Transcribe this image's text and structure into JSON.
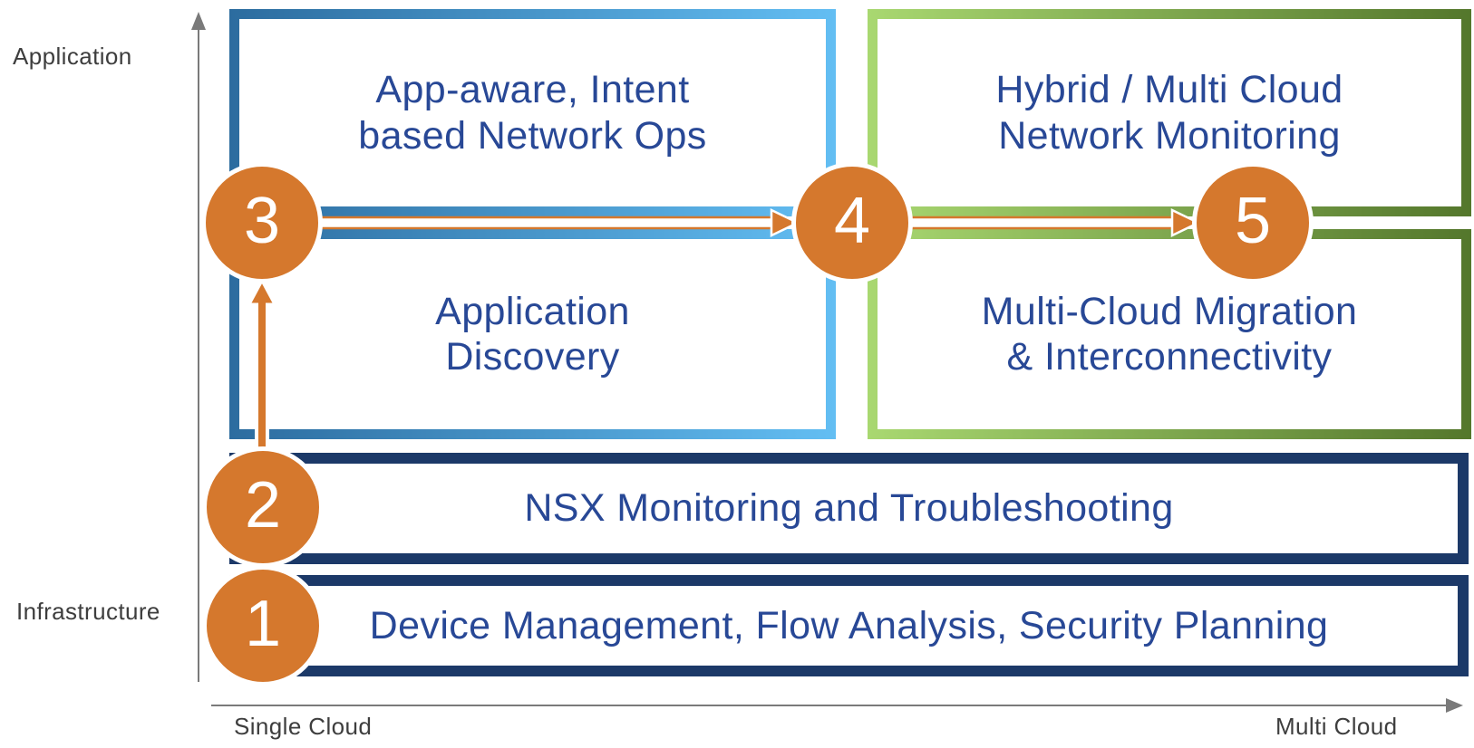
{
  "y_axis": {
    "top_label": "Application",
    "bottom_label": "Infrastructure"
  },
  "x_axis": {
    "left_label": "Single Cloud",
    "right_label": "Multi Cloud"
  },
  "panels": {
    "blue": {
      "top": {
        "line1": "App-aware, Intent",
        "line2": "based Network Ops"
      },
      "bottom": {
        "line1": "Application",
        "line2": "Discovery"
      }
    },
    "green": {
      "top": {
        "line1": "Hybrid / Multi Cloud",
        "line2": "Network Monitoring"
      },
      "bottom": {
        "line1": "Multi-Cloud Migration",
        "line2": "& Interconnectivity"
      }
    }
  },
  "bars": {
    "nsx": {
      "label": "NSX Monitoring and Troubleshooting"
    },
    "device": {
      "label": "Device Management, Flow Analysis, Security Planning"
    }
  },
  "markers": {
    "m1": {
      "number": "1"
    },
    "m2": {
      "number": "2"
    },
    "m3": {
      "number": "3"
    },
    "m4": {
      "number": "4"
    },
    "m5": {
      "number": "5"
    }
  },
  "colors": {
    "orange": "#d5782d",
    "navy_bar_border": "#1c3968",
    "text_navy": "#284896",
    "blue_gradient_start": "#2c6c9f",
    "blue_gradient_end": "#63bef3",
    "green_gradient_start": "#a9d871",
    "green_gradient_end": "#54772c",
    "axis_gray": "#7a7a7a",
    "axis_label_gray": "#3e3e3e"
  }
}
